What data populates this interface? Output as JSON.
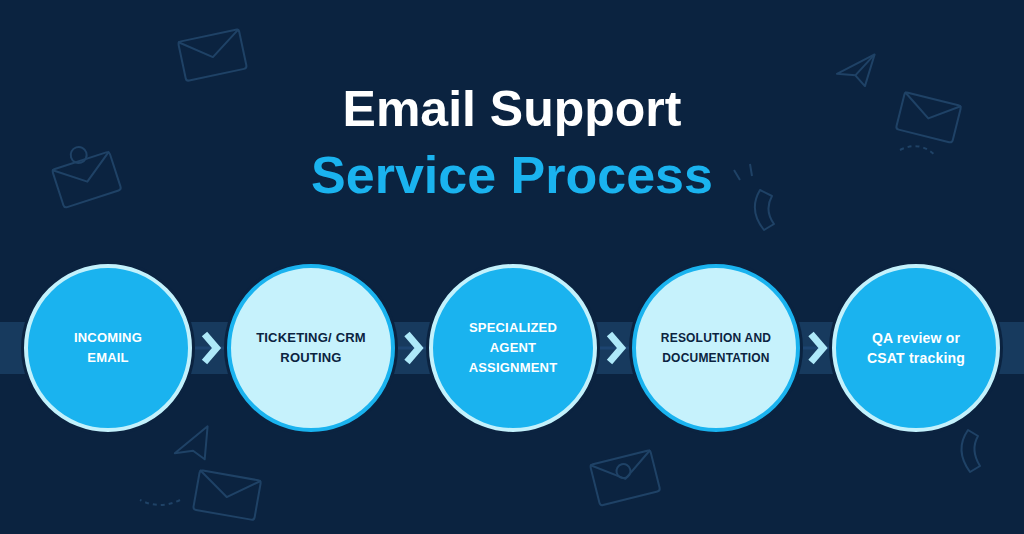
{
  "diagram": {
    "title": "Email Support",
    "nodes": [
      {
        "text": [
          "INCOMING EMAIL"
        ]
      },
      {
        "text": [
          "TICKETING/ CRM ROUTING"
        ]
      },
      {
        "text": [
          "SPECIALIZED AGENT ASSIGNMENT"
        ]
      },
      {
        "text": [
          "RESOLUTION AND DOCUMENTATION"
        ]
      },
      {
        "text": [
          "QA review or CSAT tracking"
        ]
      }
    ],
    "edges": [
      {
        "from": 0,
        "to": 1,
        "arrow": "to"
      },
      {
        "from": 1,
        "to": 2,
        "arrow": "to"
      },
      {
        "from": 2,
        "to": 3,
        "arrow": "to"
      },
      {
        "from": 3,
        "to": 4,
        "arrow": "to"
      }
    ],
    "labels": [
      "Service Process"
    ]
  }
}
